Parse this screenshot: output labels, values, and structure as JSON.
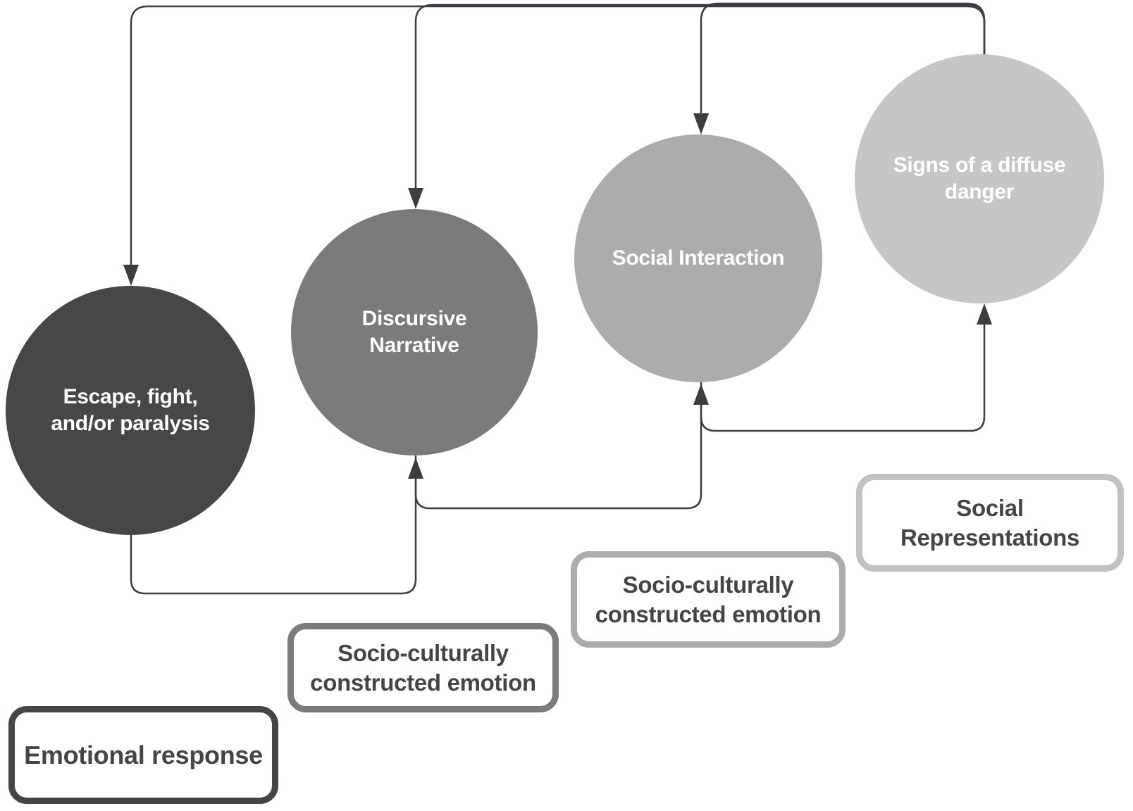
{
  "diagram": {
    "background_color": "#ffffff",
    "connector_color": "#3e3e42",
    "nodes": [
      {
        "label": "Escape, fight,\nand/or paralysis",
        "fill": "#47474a",
        "text_color": "#ffffff"
      },
      {
        "label": "Discursive\nNarrative",
        "fill": "#7b7b7e",
        "text_color": "#ffffff"
      },
      {
        "label": "Social Interaction",
        "fill": "#acacae",
        "text_color": "#ffffff"
      },
      {
        "label": "Signs of a diffuse\ndanger",
        "fill": "#c6c6c8",
        "text_color": "#ffffff"
      }
    ],
    "tags": [
      {
        "label": "Emotional response",
        "border_color": "#454548",
        "text_color": "#454548"
      },
      {
        "label": "Socio-culturally\nconstructed emotion",
        "border_color": "#7b7b7e",
        "text_color": "#454548"
      },
      {
        "label": "Socio-culturally\nconstructed emotion",
        "border_color": "#acacae",
        "text_color": "#454548"
      },
      {
        "label": "Social\nRepresentations",
        "border_color": "#c2c2c4",
        "text_color": "#454548"
      }
    ]
  }
}
